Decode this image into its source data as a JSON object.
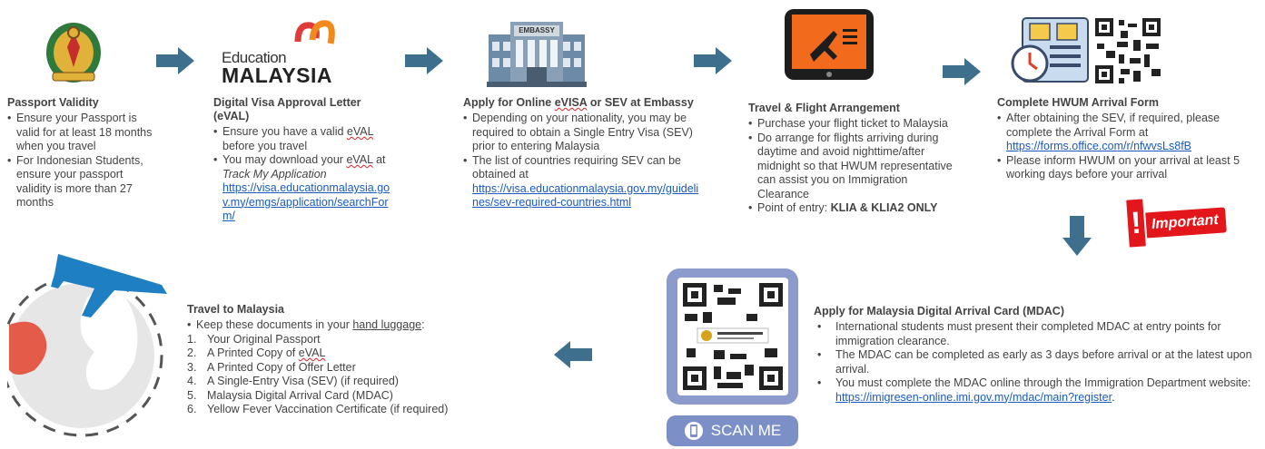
{
  "logos": {
    "education_malaysia_line1": "Education",
    "education_malaysia_line2": "MALAYSIA",
    "embassy_sign": "EMBASSY",
    "important_badge": "Important",
    "scan_me": "SCAN ME"
  },
  "step1": {
    "title": "Passport Validity",
    "points": [
      "Ensure your Passport is valid for at least 18 months when you travel",
      "For Indonesian Students, ensure your passport validity is more than 27 months"
    ]
  },
  "step2": {
    "title": "Digital Visa Approval Letter (eVAL)",
    "p1_a": "Ensure you have a valid ",
    "p1_b": "eVAL",
    "p1_c": " before you travel",
    "p2_a": "You may download your ",
    "p2_b": "eVAL",
    "p2_c": " at ",
    "p2_italic": "Track My Application",
    "p2_link": "https://visa.educationmalaysia.gov.my/emgs/application/searchForm/"
  },
  "step3": {
    "title_a": "Apply for Online ",
    "title_b": "eVISA",
    "title_c": " or SEV at Embassy",
    "p1": "Depending on your nationality, you may be required to obtain a Single Entry Visa (SEV) prior to entering Malaysia",
    "p2": "The list of countries requiring SEV can be obtained at",
    "p2_link": "https://visa.educationmalaysia.gov.my/guidelines/sev-required-countries.html"
  },
  "step4": {
    "title": "Travel & Flight Arrangement",
    "p1": "Purchase your flight ticket to Malaysia",
    "p2": "Do arrange for flights arriving during daytime and avoid nighttime/after midnight so that HWUM representative can assist you on Immigration Clearance",
    "p3_a": "Point of entry: ",
    "p3_b": "KLIA  & KLIA2 ONLY"
  },
  "step5": {
    "title": "Complete HWUM Arrival Form",
    "p1": "After obtaining the SEV, if required, please complete  the Arrival Form at",
    "p1_link": "https://forms.office.com/r/nfwvsLs8fB",
    "p2": "Please inform HWUM on your arrival at least 5 working days before your arrival"
  },
  "step6": {
    "title": "Apply for Malaysia Digital Arrival Card (MDAC)",
    "p1": "International students must present their completed MDAC at entry points for immigration clearance.",
    "p2": "The MDAC can be completed as early as 3 days before arrival or at the latest upon arrival.",
    "p3": "You must complete the MDAC online through the Immigration Department website: ",
    "p3_link": "https://imigresen-online.imi.gov.my/mdac/main?register",
    "p3_end": "."
  },
  "step7": {
    "title": "Travel to Malaysia",
    "intro_a": "Keep these documents in your ",
    "intro_b": "hand luggage",
    "intro_c": ":",
    "docs": [
      {
        "n": "1.",
        "t": "Your Original Passport"
      },
      {
        "n": "2.",
        "t_a": "A Printed Copy of ",
        "t_b": "eVAL"
      },
      {
        "n": "3.",
        "t": "A Printed Copy of Offer Letter"
      },
      {
        "n": "4.",
        "t": "A Single-Entry Visa (SEV) (if required)"
      },
      {
        "n": "5.",
        "t": "Malaysia Digital Arrival Card (MDAC)"
      },
      {
        "n": "6.",
        "t": "Yellow Fever Vaccination Certificate (if required)"
      }
    ]
  },
  "colors": {
    "arrow": "#3e6f8c",
    "link": "#1a5bbf",
    "important": "#e3161b",
    "scan_me": "#7c8fc6"
  },
  "icons": [
    "immigration-crest-icon",
    "education-malaysia-logo",
    "embassy-building-icon",
    "flight-tablet-icon",
    "arrival-form-icon",
    "qr-code-icon",
    "important-badge",
    "mdac-qr-code-icon",
    "scan-me-phone-icon",
    "travel-plane-icon",
    "flow-arrow-icon"
  ]
}
